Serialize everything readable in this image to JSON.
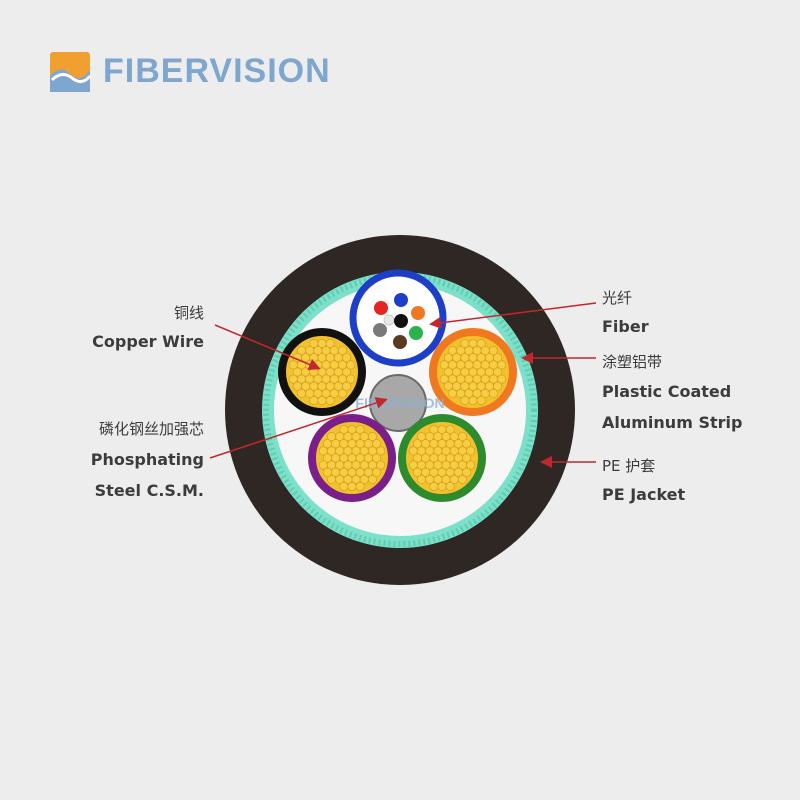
{
  "brand": {
    "name": "FIBERVISION",
    "watermark": "FIBERVISION",
    "logo_icon": "wave-square-logo-icon",
    "colors": {
      "logo_orange": "#f0a030",
      "logo_blue": "#7fa6cf"
    }
  },
  "labels": {
    "copper_cn": "铜线",
    "copper_en": "Copper Wire",
    "steel_cn": "磷化钢丝加强芯",
    "steel_en1": "Phosphating",
    "steel_en2": "Steel C.S.M.",
    "fiber_cn": "光纤",
    "fiber_en": "Fiber",
    "aluminum_cn": "涂塑铝带",
    "aluminum_en1": "Plastic Coated",
    "aluminum_en2": "Aluminum Strip",
    "jacket_cn": "PE 护套",
    "jacket_en": "PE Jacket"
  },
  "colors": {
    "jacket": "#2e2723",
    "aluminum_strip": "#7de0c8",
    "inner_fill": "#f7f7f7",
    "copper_fill": "#f2c12e",
    "arrow": "#c0282d",
    "steel": "#a8a8a8",
    "tube_black": "#111111",
    "tube_orange": "#f07820",
    "tube_purple": "#7a1f8a",
    "tube_green": "#2d8a2d",
    "tube_blue": "#1d3fc8",
    "fiber_colors": [
      "#e52521",
      "#1d3fc8",
      "#f07820",
      "#2ab24b",
      "#5a3a20",
      "#7a7a7a",
      "#e8e8e8",
      "#111111"
    ]
  }
}
